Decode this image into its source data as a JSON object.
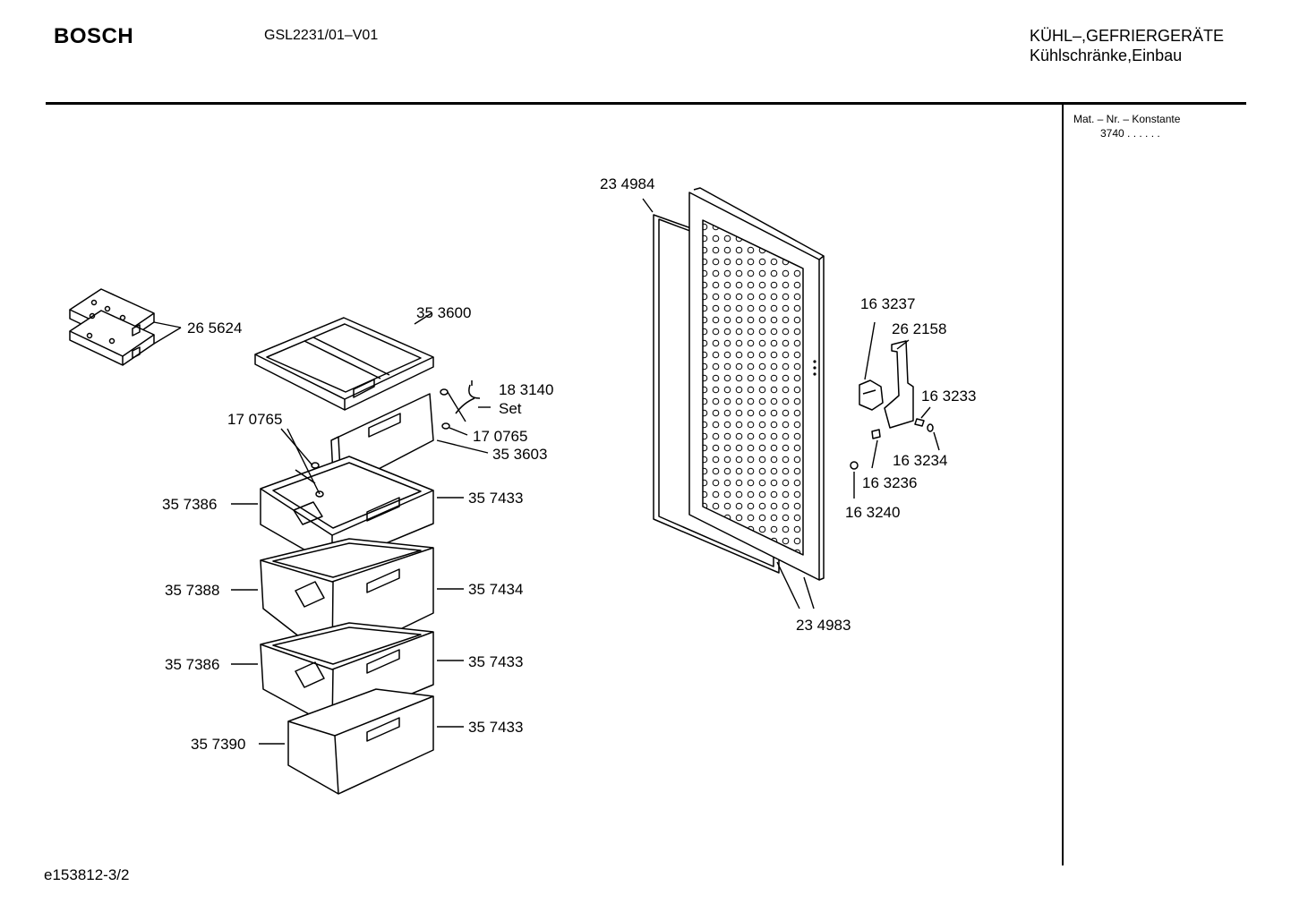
{
  "header": {
    "brand": "BOSCH",
    "model": "GSL2231/01–V01",
    "category_line1": "KÜHL–,GEFRIERGERÄTE",
    "category_line2": "Kühlschränke,Einbau"
  },
  "sidebar": {
    "mat_label": "Mat. – Nr. – Konstante",
    "mat_value": "3740  .  .   .  .  .  ."
  },
  "footer": {
    "doc_id": "e153812-3/2"
  },
  "parts": {
    "p265624": "26 5624",
    "p353600": "35 3600",
    "p183140": "18 3140",
    "set": "Set",
    "p170765a": "17 0765",
    "p170765b": "17 0765",
    "p353603": "35 3603",
    "p357386a": "35 7386",
    "p357433a": "35 7433",
    "p357388": "35 7388",
    "p357434": "35 7434",
    "p357386b": "35 7386",
    "p357433b": "35 7433",
    "p357390": "35 7390",
    "p357433c": "35 7433",
    "p234984": "23 4984",
    "p234983": "23 4983",
    "p163237": "16 3237",
    "p262158": "26 2158",
    "p163233": "16 3233",
    "p163234": "16 3234",
    "p163236": "16 3236",
    "p163240": "16 3240"
  }
}
